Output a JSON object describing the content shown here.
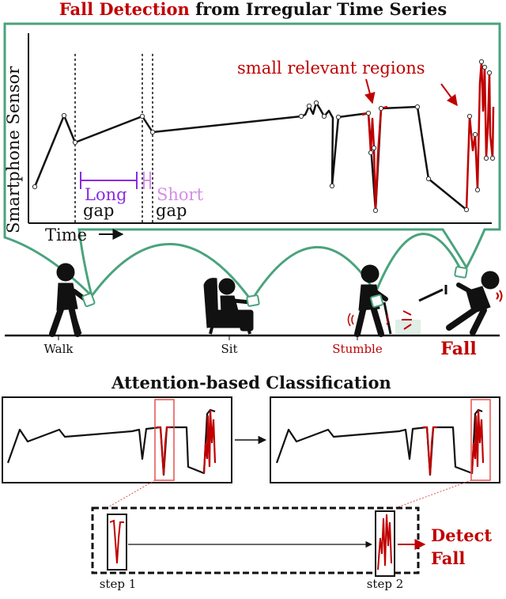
{
  "title": {
    "highlight": "Fall Detection",
    "rest": " from Irregular Time Series"
  },
  "sensor_panel": {
    "ylabel": "Smartphone Sensor",
    "xlabel": "Time",
    "long_gap": [
      "Long",
      "gap"
    ],
    "short_gap": [
      "Short",
      "gap"
    ],
    "annotation": "small relevant regions"
  },
  "activities": [
    "Walk",
    "Sit",
    "Stumble",
    "Fall"
  ],
  "attention": {
    "title": "Attention-based Classification",
    "step1": "step 1",
    "step2": "step 2",
    "result": [
      "Detect",
      "Fall"
    ]
  },
  "colors": {
    "red": "#c00000",
    "green": "#4aa37d",
    "long_gap": "#8a2be2",
    "short_gap": "#d48ee8",
    "dark": "#111111"
  }
}
